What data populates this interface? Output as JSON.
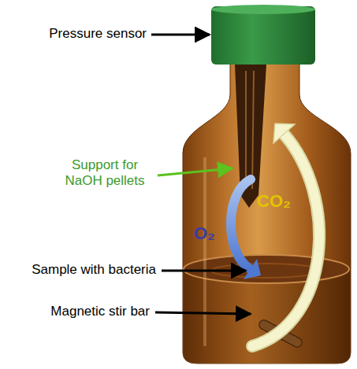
{
  "diagram": {
    "labels": [
      "Pressure sensor",
      "Support for NaOH pellets",
      "CO₂",
      "O₂",
      "Sample with bacteria",
      "Magnetic stir bar"
    ]
  }
}
